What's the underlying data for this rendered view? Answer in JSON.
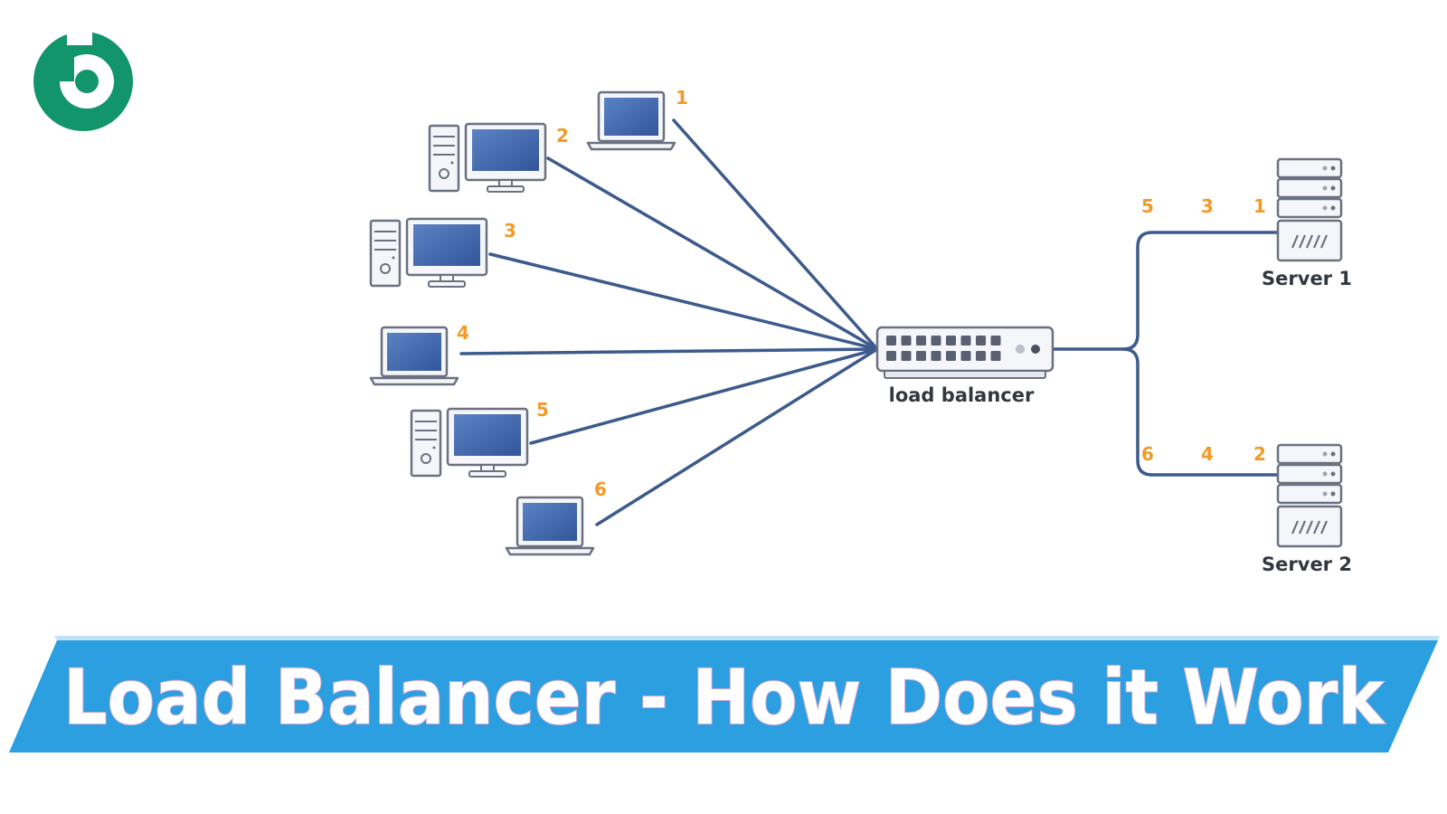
{
  "title": "Load Balancer - How Does it Work",
  "balancer_label": "load balancer",
  "clients": [
    {
      "id": "1",
      "kind": "laptop"
    },
    {
      "id": "2",
      "kind": "desktop"
    },
    {
      "id": "3",
      "kind": "desktop"
    },
    {
      "id": "4",
      "kind": "laptop"
    },
    {
      "id": "5",
      "kind": "desktop"
    },
    {
      "id": "6",
      "kind": "laptop"
    }
  ],
  "servers": [
    {
      "label": "Server 1",
      "requests": [
        "5",
        "3",
        "1"
      ]
    },
    {
      "label": "Server 2",
      "requests": [
        "6",
        "4",
        "2"
      ]
    }
  ],
  "colors": {
    "line": "#3c5a8c",
    "number": "#f39a26",
    "banner": "#2b9fe0",
    "logo": "#12956a",
    "screen": "#3d62a6",
    "device_fill": "#f4f6f9",
    "device_stroke": "#6a7180"
  },
  "logo_icon": "b-logo-icon"
}
